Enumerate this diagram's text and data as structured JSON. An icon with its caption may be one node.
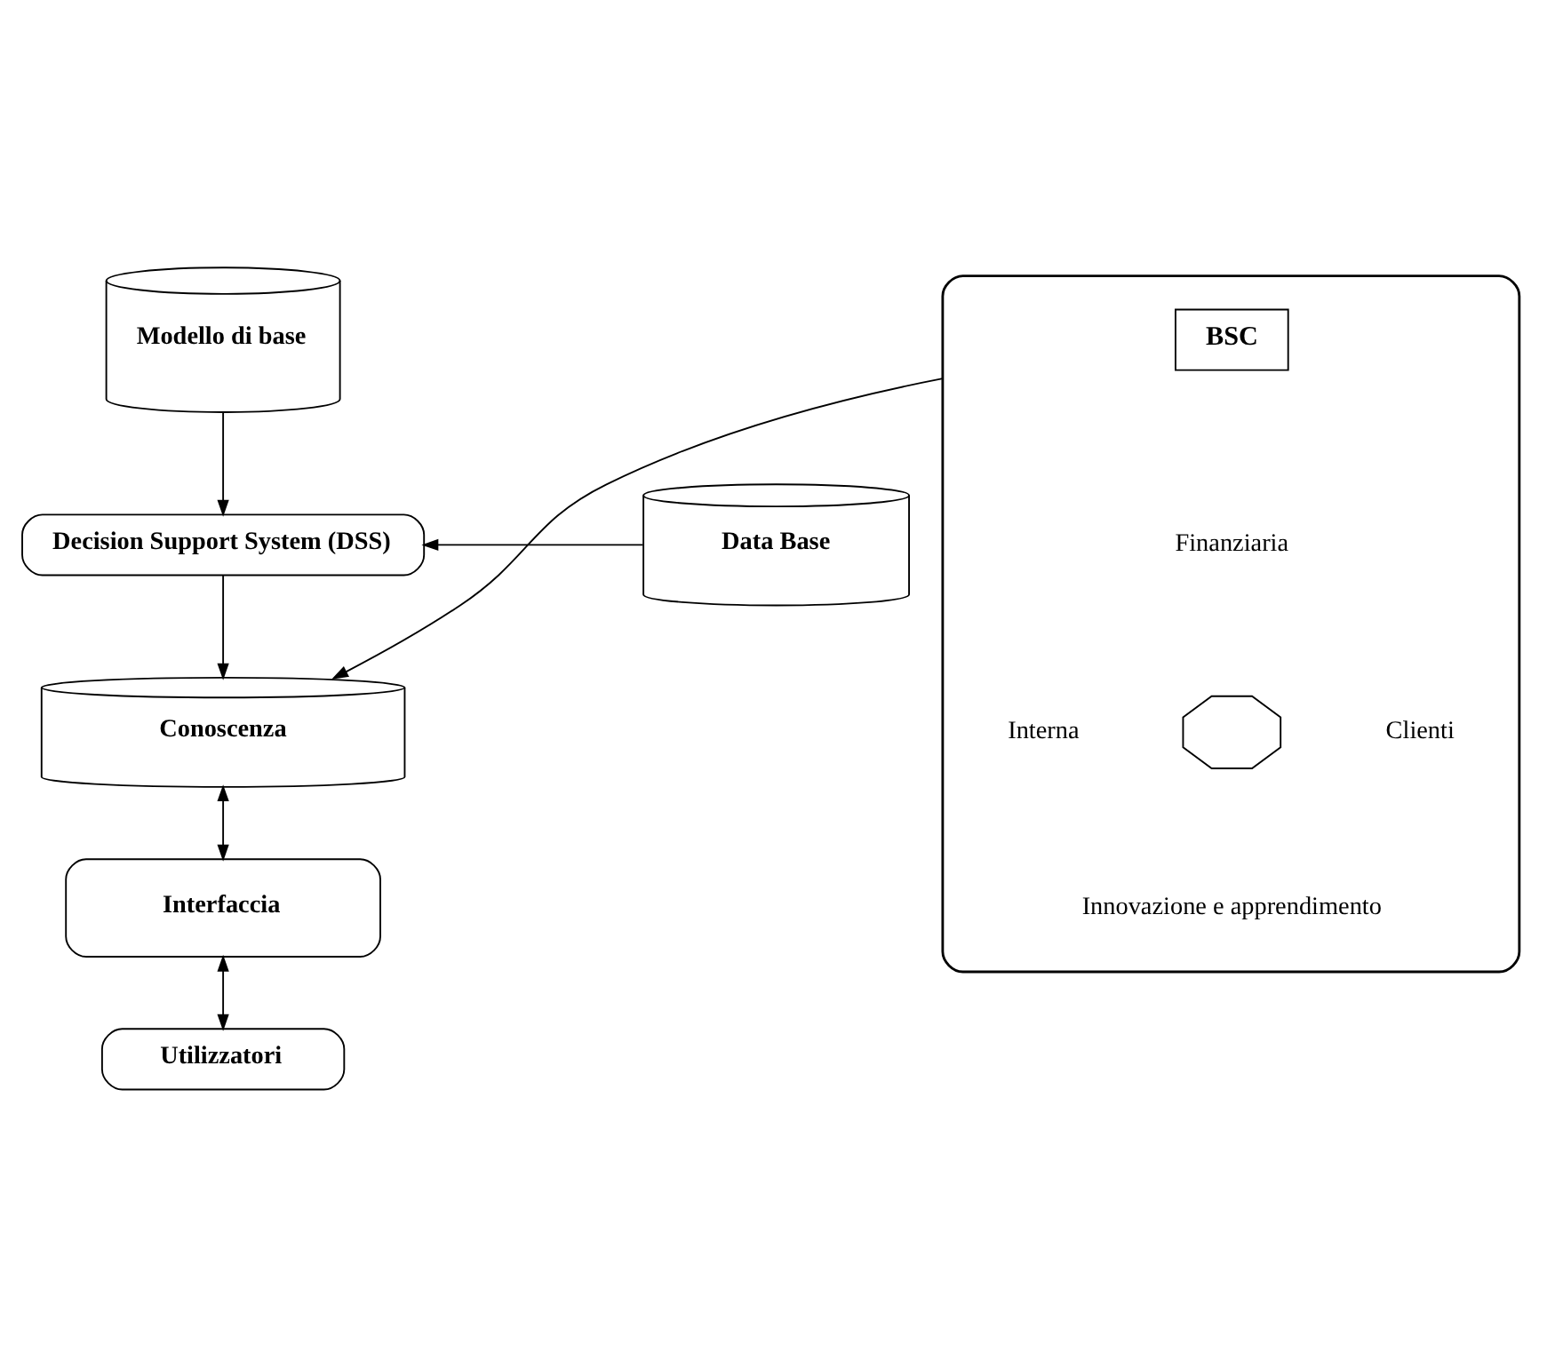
{
  "diagram": {
    "nodes": [
      {
        "text": [
          "Modello di base"
        ]
      },
      {
        "text": [
          "Data Base"
        ]
      },
      {
        "text": [
          "Decision Support System (DSS)"
        ]
      },
      {
        "text": [],
        "shape": "box"
      },
      {
        "text": [
          "BSC"
        ],
        "in": 3
      },
      {
        "text": [],
        "shape": "picture",
        "in": 3
      },
      {
        "text": [
          "Conoscenza"
        ]
      },
      {
        "text": [
          "Interfaccia"
        ]
      },
      {
        "text": [
          "Utilizzatori"
        ]
      }
    ],
    "edges": [
      {
        "from": 0,
        "to": 2,
        "arrow": "to"
      },
      {
        "from": 1,
        "to": 2,
        "arrow": "to"
      },
      {
        "from": 2,
        "to": 6,
        "arrow": "to"
      },
      {
        "from": 3,
        "to": 6,
        "arrow": "to"
      },
      {
        "from": 6,
        "to": 7,
        "arrow": "both"
      },
      {
        "from": 7,
        "to": 8,
        "arrow": "both"
      }
    ],
    "labels": [
      "Finanziaria",
      "Interna",
      "Clienti",
      "Innovazione e apprendimento"
    ]
  }
}
